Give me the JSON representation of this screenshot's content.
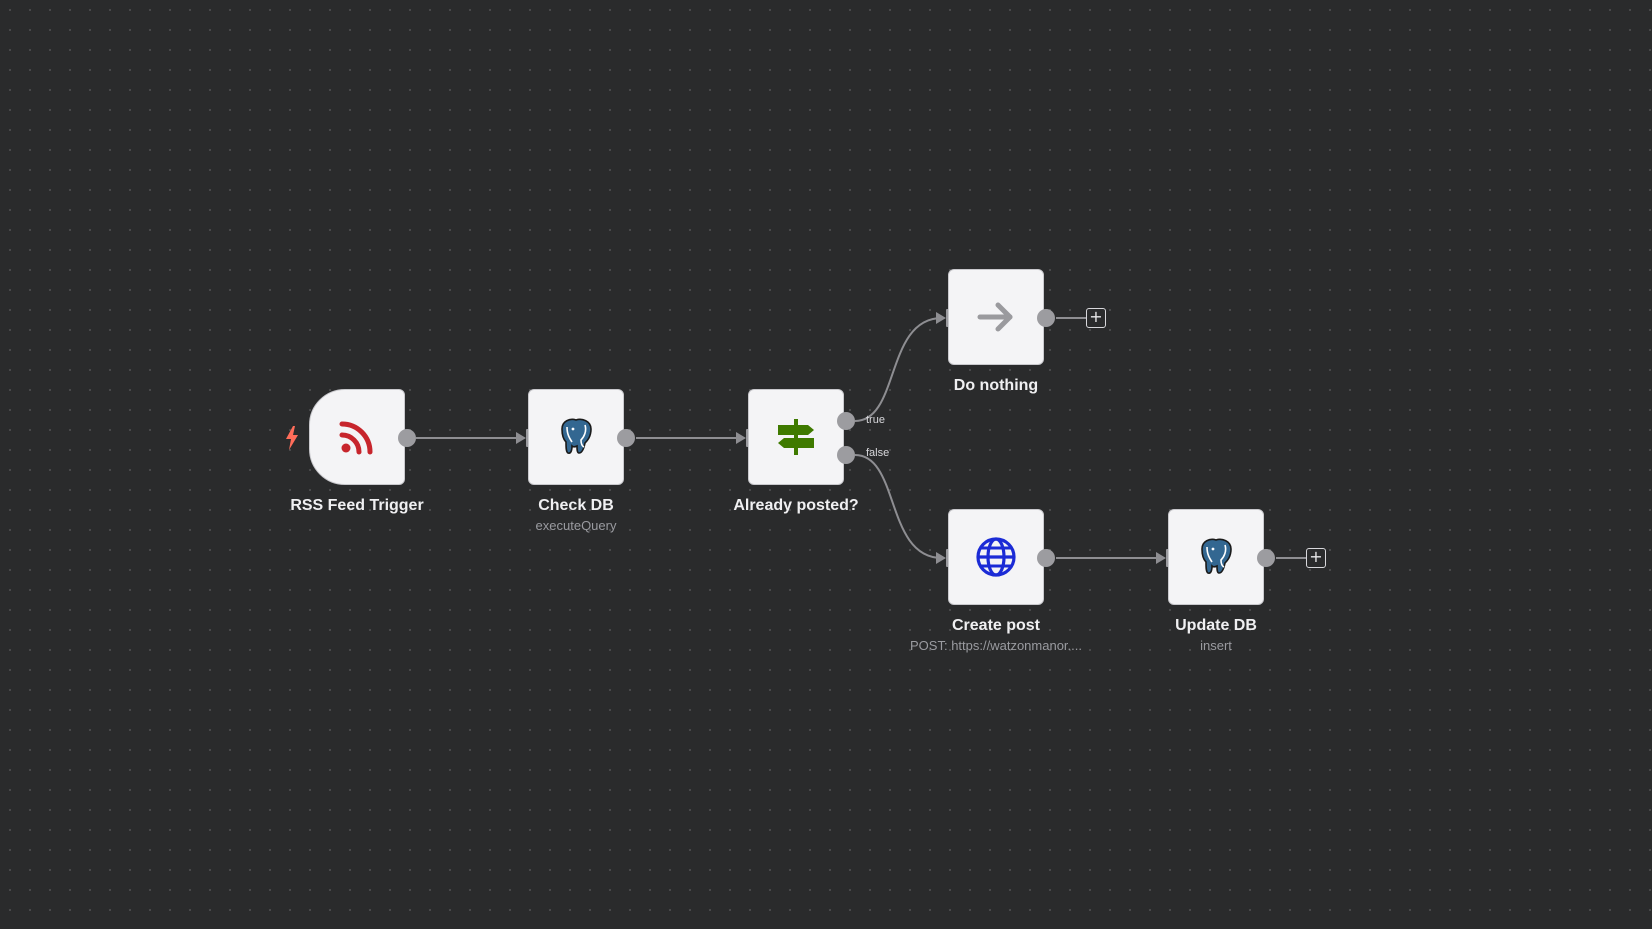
{
  "workflow": {
    "nodes": [
      {
        "id": "rss",
        "label": "RSS Feed Trigger",
        "subtitle": "",
        "icon": "rss-icon"
      },
      {
        "id": "checkdb",
        "label": "Check DB",
        "subtitle": "executeQuery",
        "icon": "postgres-elephant-icon"
      },
      {
        "id": "if",
        "label": "Already posted?",
        "subtitle": "",
        "icon": "signpost-icon"
      },
      {
        "id": "noop",
        "label": "Do nothing",
        "subtitle": "",
        "icon": "arrow-right-icon"
      },
      {
        "id": "createpost",
        "label": "Create post",
        "subtitle": "POST: https://watzonmanor....",
        "icon": "globe-icon"
      },
      {
        "id": "updatedb",
        "label": "Update DB",
        "subtitle": "insert",
        "icon": "postgres-elephant-icon"
      }
    ],
    "branches": {
      "true_label": "true",
      "false_label": "false"
    },
    "add_button_symbol": "+"
  },
  "colors": {
    "canvas_bg": "#2a2b2c",
    "node_bg": "#f4f4f6",
    "rss_red": "#c7252c",
    "trigger_bolt": "#ff6d5a",
    "signpost_green": "#3f7a00",
    "globe_blue": "#1b2bd6",
    "postgres_blue": "#336791"
  }
}
